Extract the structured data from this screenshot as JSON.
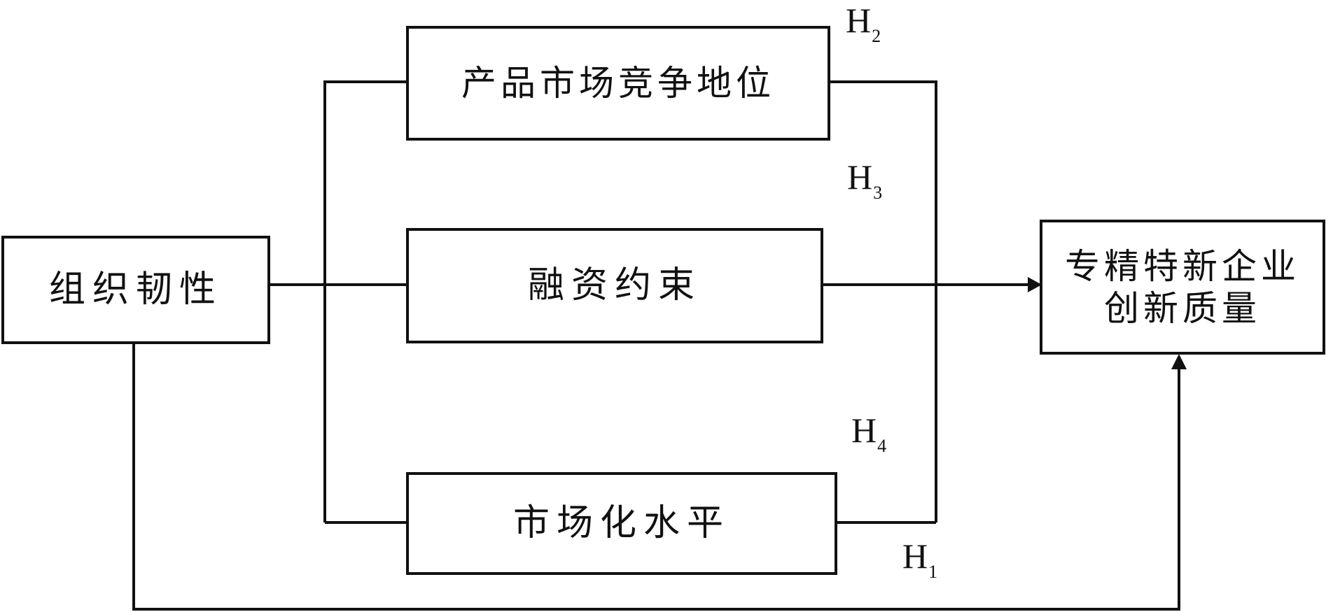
{
  "nodes": {
    "independent": "组织韧性",
    "mediator_market_position": "产品市场竞争地位",
    "mediator_financing": "融资约束",
    "moderator_marketization": "市场化水平",
    "outcome_line1": "专精特新企业",
    "outcome_line2": "创新质量"
  },
  "hypotheses": {
    "h1": {
      "letter": "H",
      "sub": "1"
    },
    "h2": {
      "letter": "H",
      "sub": "2"
    },
    "h3": {
      "letter": "H",
      "sub": "3"
    },
    "h4": {
      "letter": "H",
      "sub": "4"
    }
  },
  "colors": {
    "stroke": "#111111",
    "background": "#ffffff"
  }
}
